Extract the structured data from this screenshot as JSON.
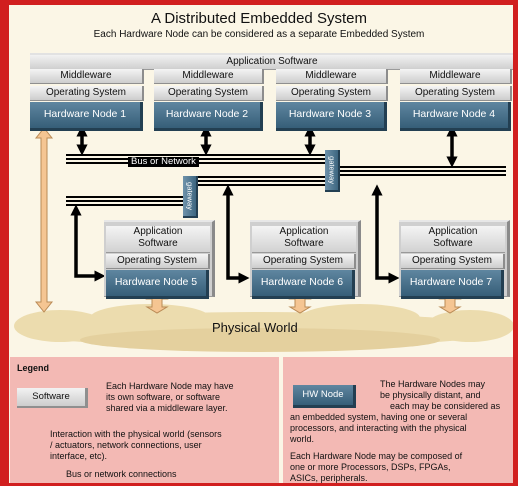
{
  "title": "A Distributed Embedded System",
  "subtitle": "Each Hardware Node can be considered as a separate Embedded System",
  "top_layers": {
    "application": "Application Software",
    "middleware": "Middleware",
    "os": "Operating System"
  },
  "top_nodes": [
    "Hardware Node 1",
    "Hardware Node 2",
    "Hardware Node 3",
    "Hardware Node 4"
  ],
  "bus_label": "Bus or Network",
  "gateway_label": "gateway",
  "bottom_layers": {
    "app_line1": "Application",
    "app_line2": "Software",
    "os": "Operating System"
  },
  "bottom_nodes": [
    "Hardware Node 5",
    "Hardware Node 6",
    "Hardware Node 7"
  ],
  "physical_world": "Physical World",
  "legend": {
    "title": "Legend",
    "software_sample": "Software",
    "software_text": [
      "Each Hardware Node may have",
      "its own software, or software",
      "shared via a middleware layer."
    ],
    "physical_text": [
      "Interaction with the physical world (sensors",
      "/ actuators, network connections, user",
      "interface, etc)."
    ],
    "bus_text": "Bus or network connections",
    "hw_sample": "HW Node",
    "hw_text_short": [
      "The Hardware Nodes may",
      "be physically distant, and",
      "each may be considered as"
    ],
    "hw_text_long": [
      "an embedded system, having one or several",
      "processors, and interacting with the physical",
      "world."
    ],
    "hw_text_comp": [
      "Each Hardware Node may be composed of",
      "one or more Processors, DSPs, FPGAs,",
      "ASICs, peripherals."
    ]
  },
  "colors": {
    "border_red": "#d11f1f",
    "node_blue": "#436c86",
    "legend_pink": "#f3b9b4",
    "physical_arrow": "#f5c592",
    "cloud": "#ecdcae"
  }
}
